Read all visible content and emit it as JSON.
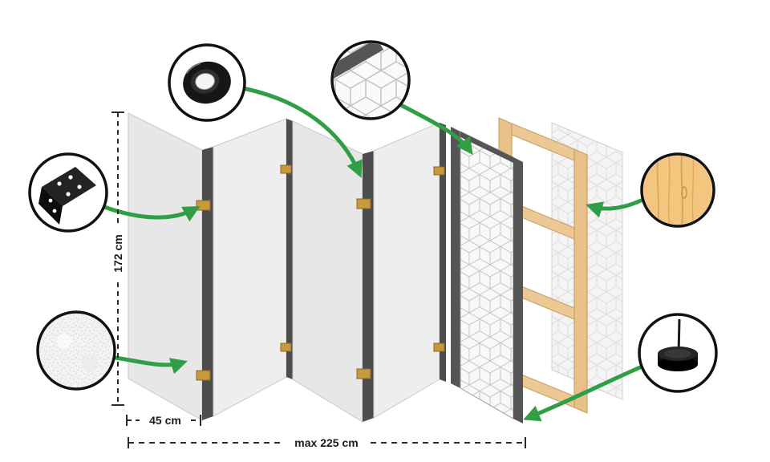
{
  "diagram": {
    "title": "room-divider-assembly-diagram",
    "dimensions": {
      "height_label": "172 cm",
      "panel_width_label": "45 cm",
      "total_width_label": "max 225 cm"
    },
    "colors": {
      "arrow_green": "#2f9e44",
      "panel_light": "#e9e9e9",
      "panel_edge_dark": "#4d4d4d",
      "wood": "#ecc894",
      "hinge_tan": "#c79a3e",
      "callout_border": "#111111"
    },
    "callouts": [
      {
        "name": "hinge-detail"
      },
      {
        "name": "tape-roll-detail"
      },
      {
        "name": "pattern-texture-detail"
      },
      {
        "name": "wood-texture-detail"
      },
      {
        "name": "fabric-texture-detail"
      },
      {
        "name": "foot-detail"
      }
    ]
  }
}
